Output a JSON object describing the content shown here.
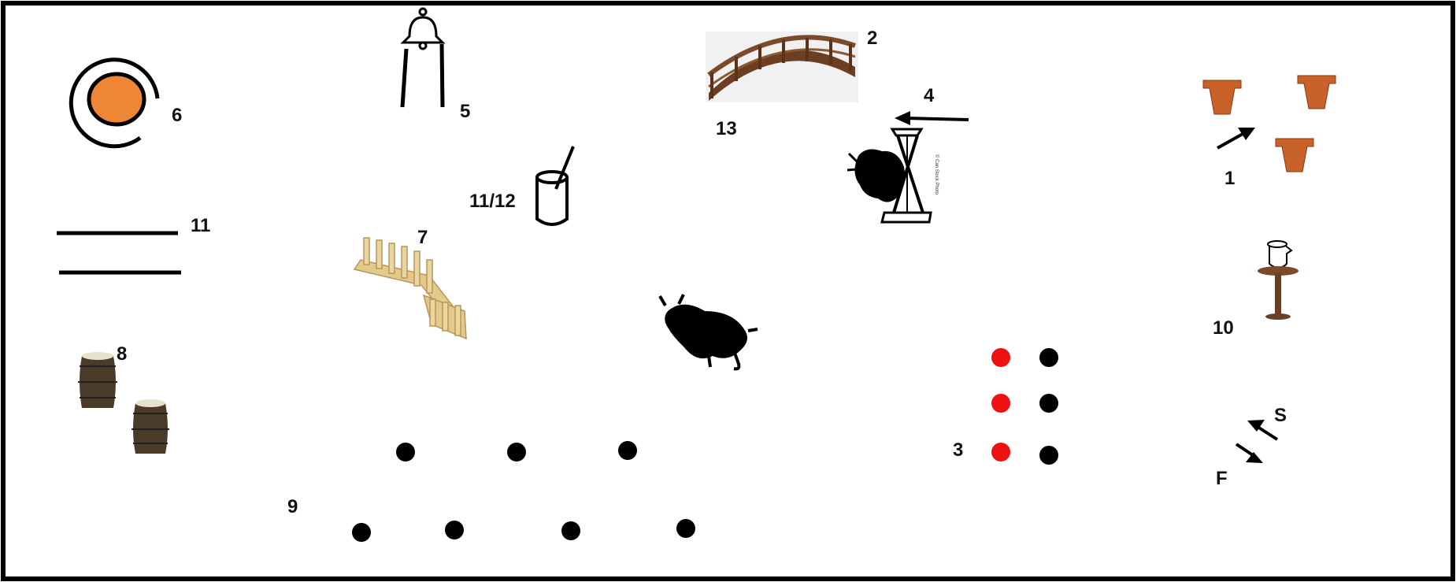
{
  "obstacles": {
    "o1": {
      "label": "1",
      "name": "flower pots"
    },
    "o2": {
      "label": "2",
      "name": "bridge"
    },
    "o3": {
      "label": "3",
      "name": "dot grid"
    },
    "o4": {
      "label": "4",
      "name": "gate with cow"
    },
    "o5": {
      "label": "5",
      "name": "bell"
    },
    "o6": {
      "label": "6",
      "name": "target circle"
    },
    "o7": {
      "label": "7",
      "name": "fence"
    },
    "o8": {
      "label": "8",
      "name": "barrels"
    },
    "o9": {
      "label": "9",
      "name": "dot line"
    },
    "o10": {
      "label": "10",
      "name": "table with pitcher"
    },
    "o11": {
      "label": "11",
      "name": "parallel lines"
    },
    "o1112": {
      "label": "11/12",
      "name": "cup"
    },
    "o13": {
      "label": "13",
      "name": "bridge"
    }
  },
  "markers": {
    "start": "S",
    "finish": "F"
  },
  "watermark": "© Can Stock Photo",
  "colors": {
    "border": "#000000",
    "target_fill": "#ef8635",
    "dot_black": "#000000",
    "dot_red": "#ee1111",
    "wood": "#7a4a2a",
    "pot": "#c8622a",
    "fence": "#e3c98a"
  }
}
